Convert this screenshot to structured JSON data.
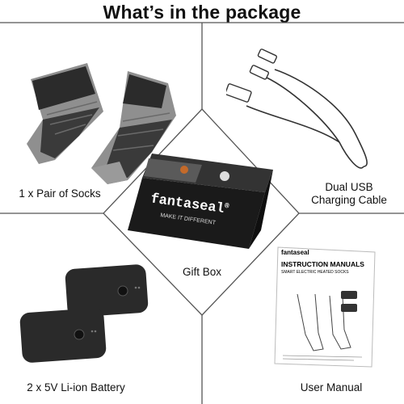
{
  "header": {
    "title": "What’s in the package"
  },
  "items": {
    "socks": {
      "caption": "1 x Pair of Socks"
    },
    "cable": {
      "caption_line1": "Dual USB",
      "caption_line2": "Charging Cable"
    },
    "gift_box": {
      "caption": "Gift Box",
      "brand": "fantaseal",
      "brand_mark": "®",
      "slogan": "MAKE IT DIFFERENT"
    },
    "battery": {
      "caption": "2 x 5V Li-ion Battery"
    },
    "manual": {
      "caption": "User Manual",
      "brand": "fantaseal",
      "heading": "INSTRUCTION MANUALS",
      "subheading": "SMART ELECTRIC HEATED SOCKS"
    }
  },
  "colors": {
    "frame": "#555555",
    "sock_dark": "#2b2b2b",
    "sock_light": "#8f8f8f",
    "box": "#1a1a1a",
    "battery": "#2a2a2a"
  }
}
